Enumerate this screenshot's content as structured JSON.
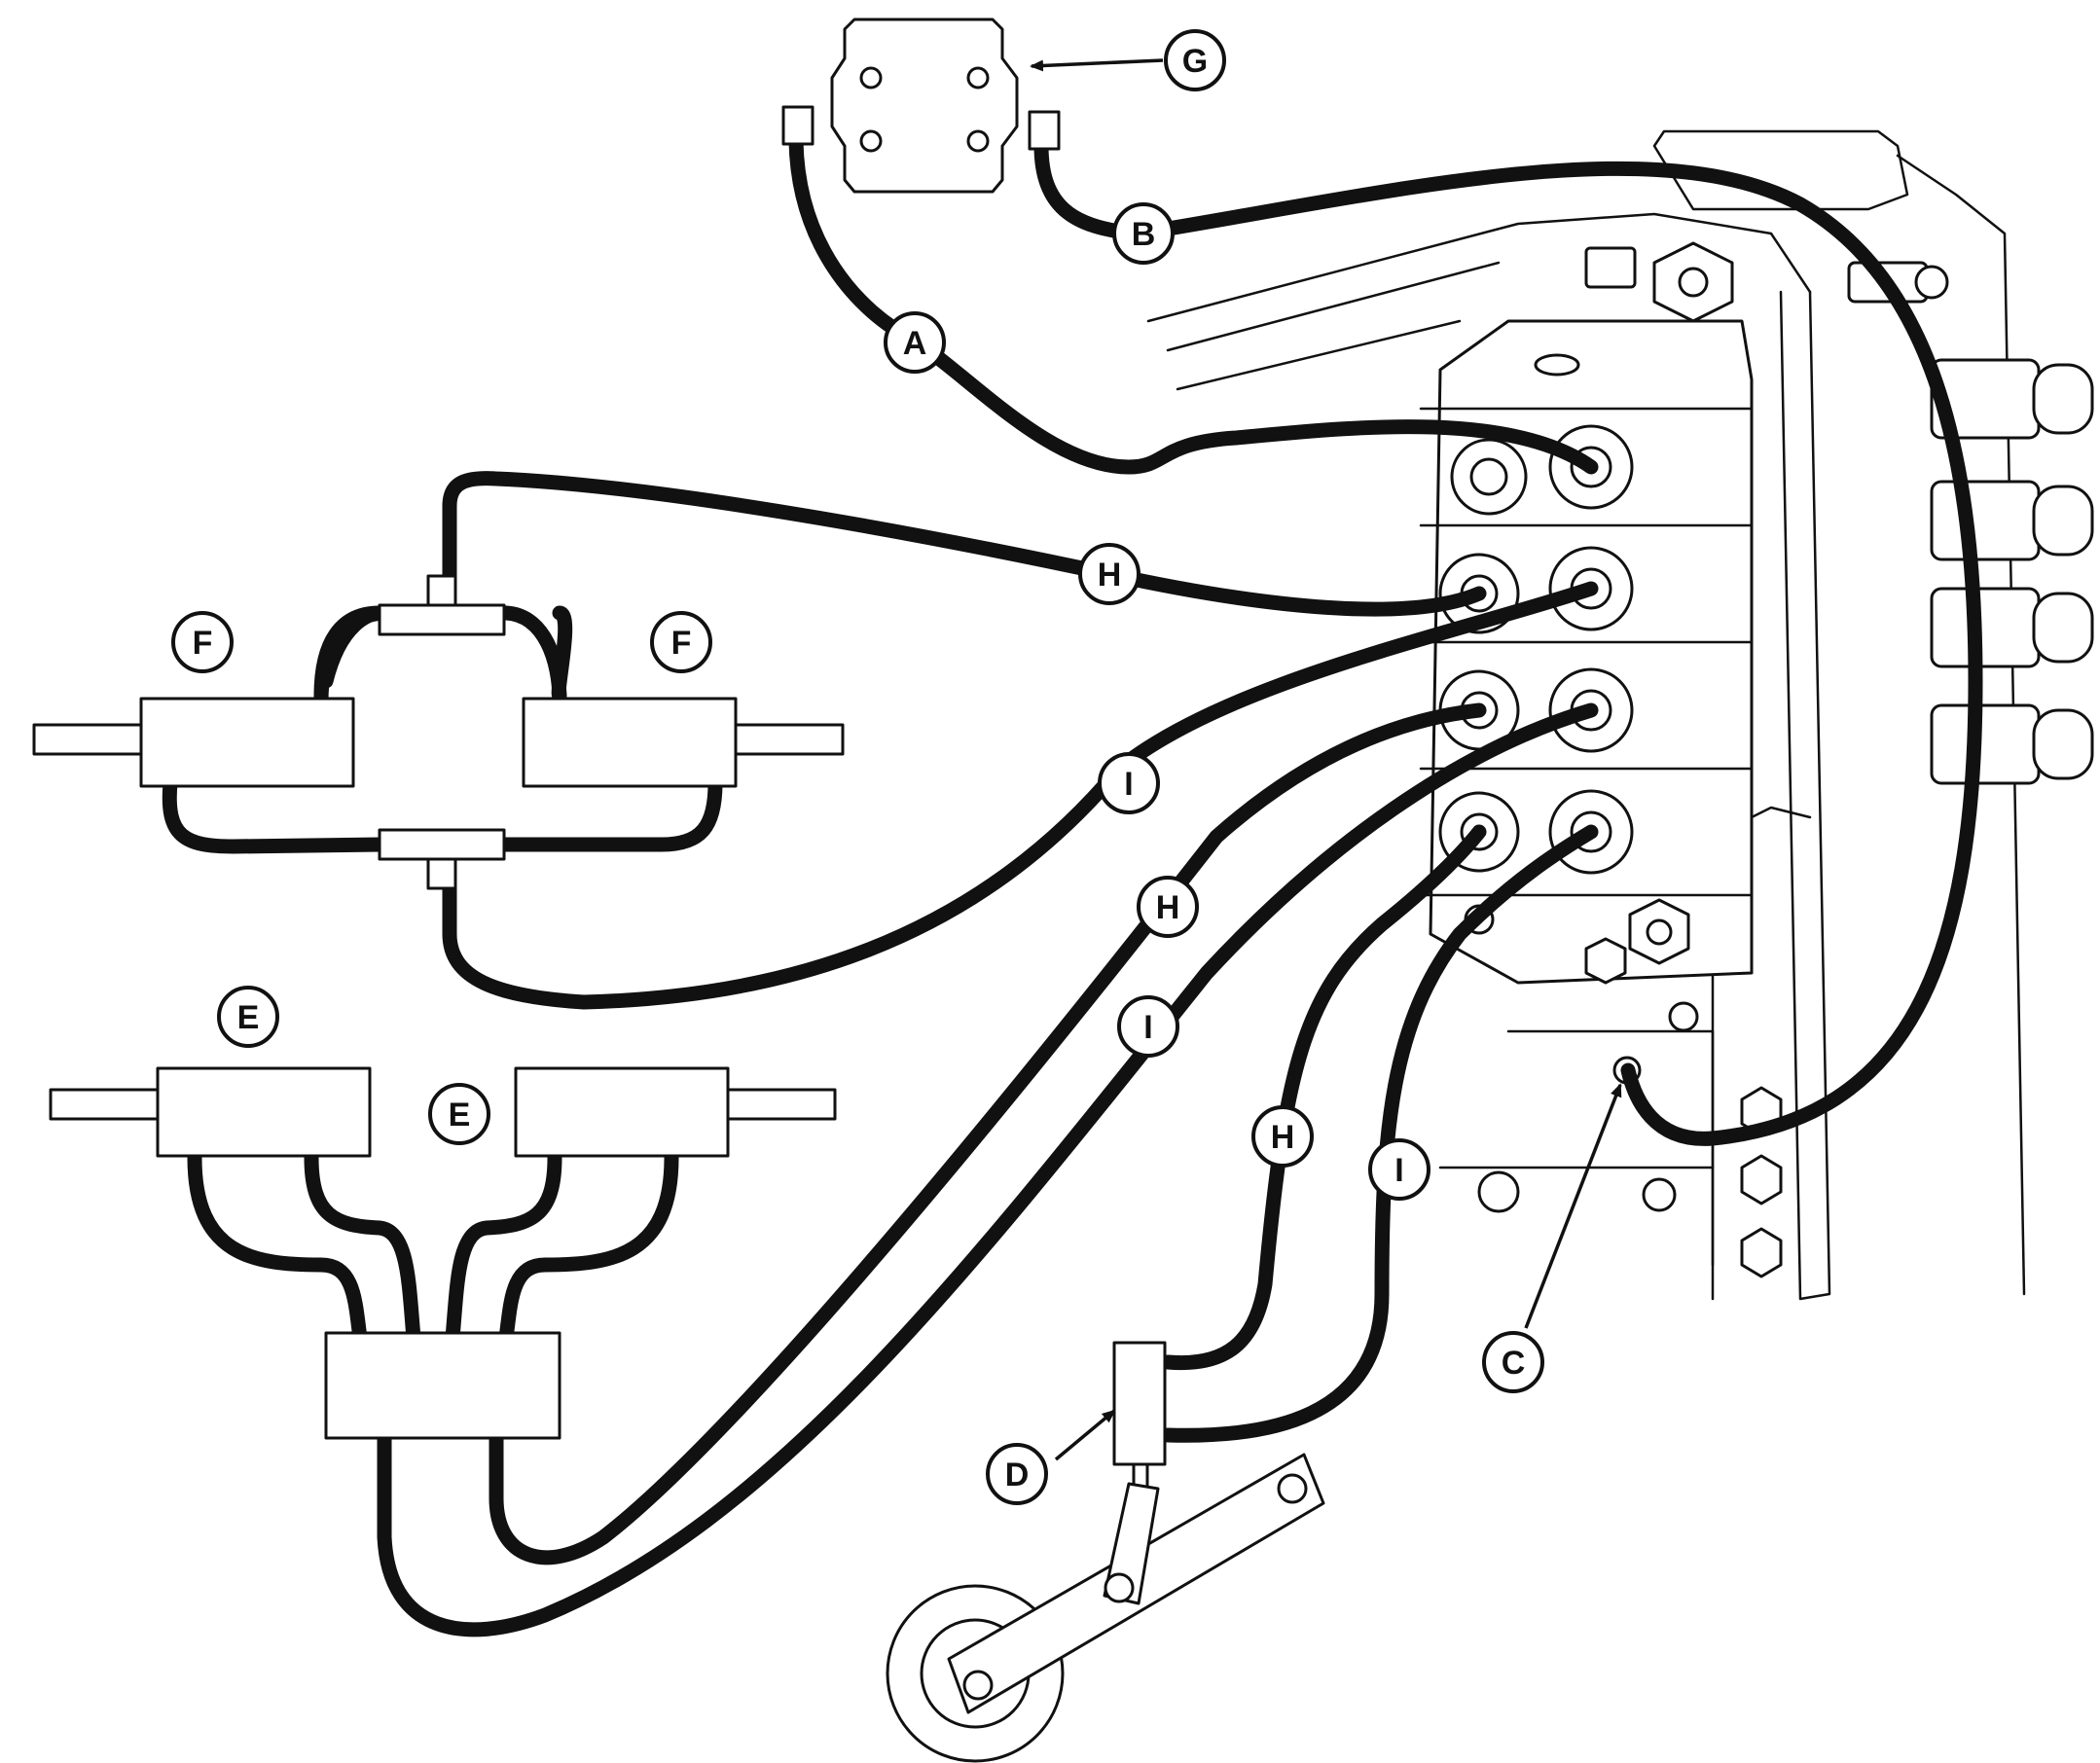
{
  "callouts": {
    "A": "A",
    "B": "B",
    "C": "C",
    "D": "D",
    "E": "E",
    "F": "F",
    "G": "G",
    "H": "H",
    "I": "I"
  },
  "colors": {
    "line": "#111111",
    "background": "#ffffff"
  }
}
